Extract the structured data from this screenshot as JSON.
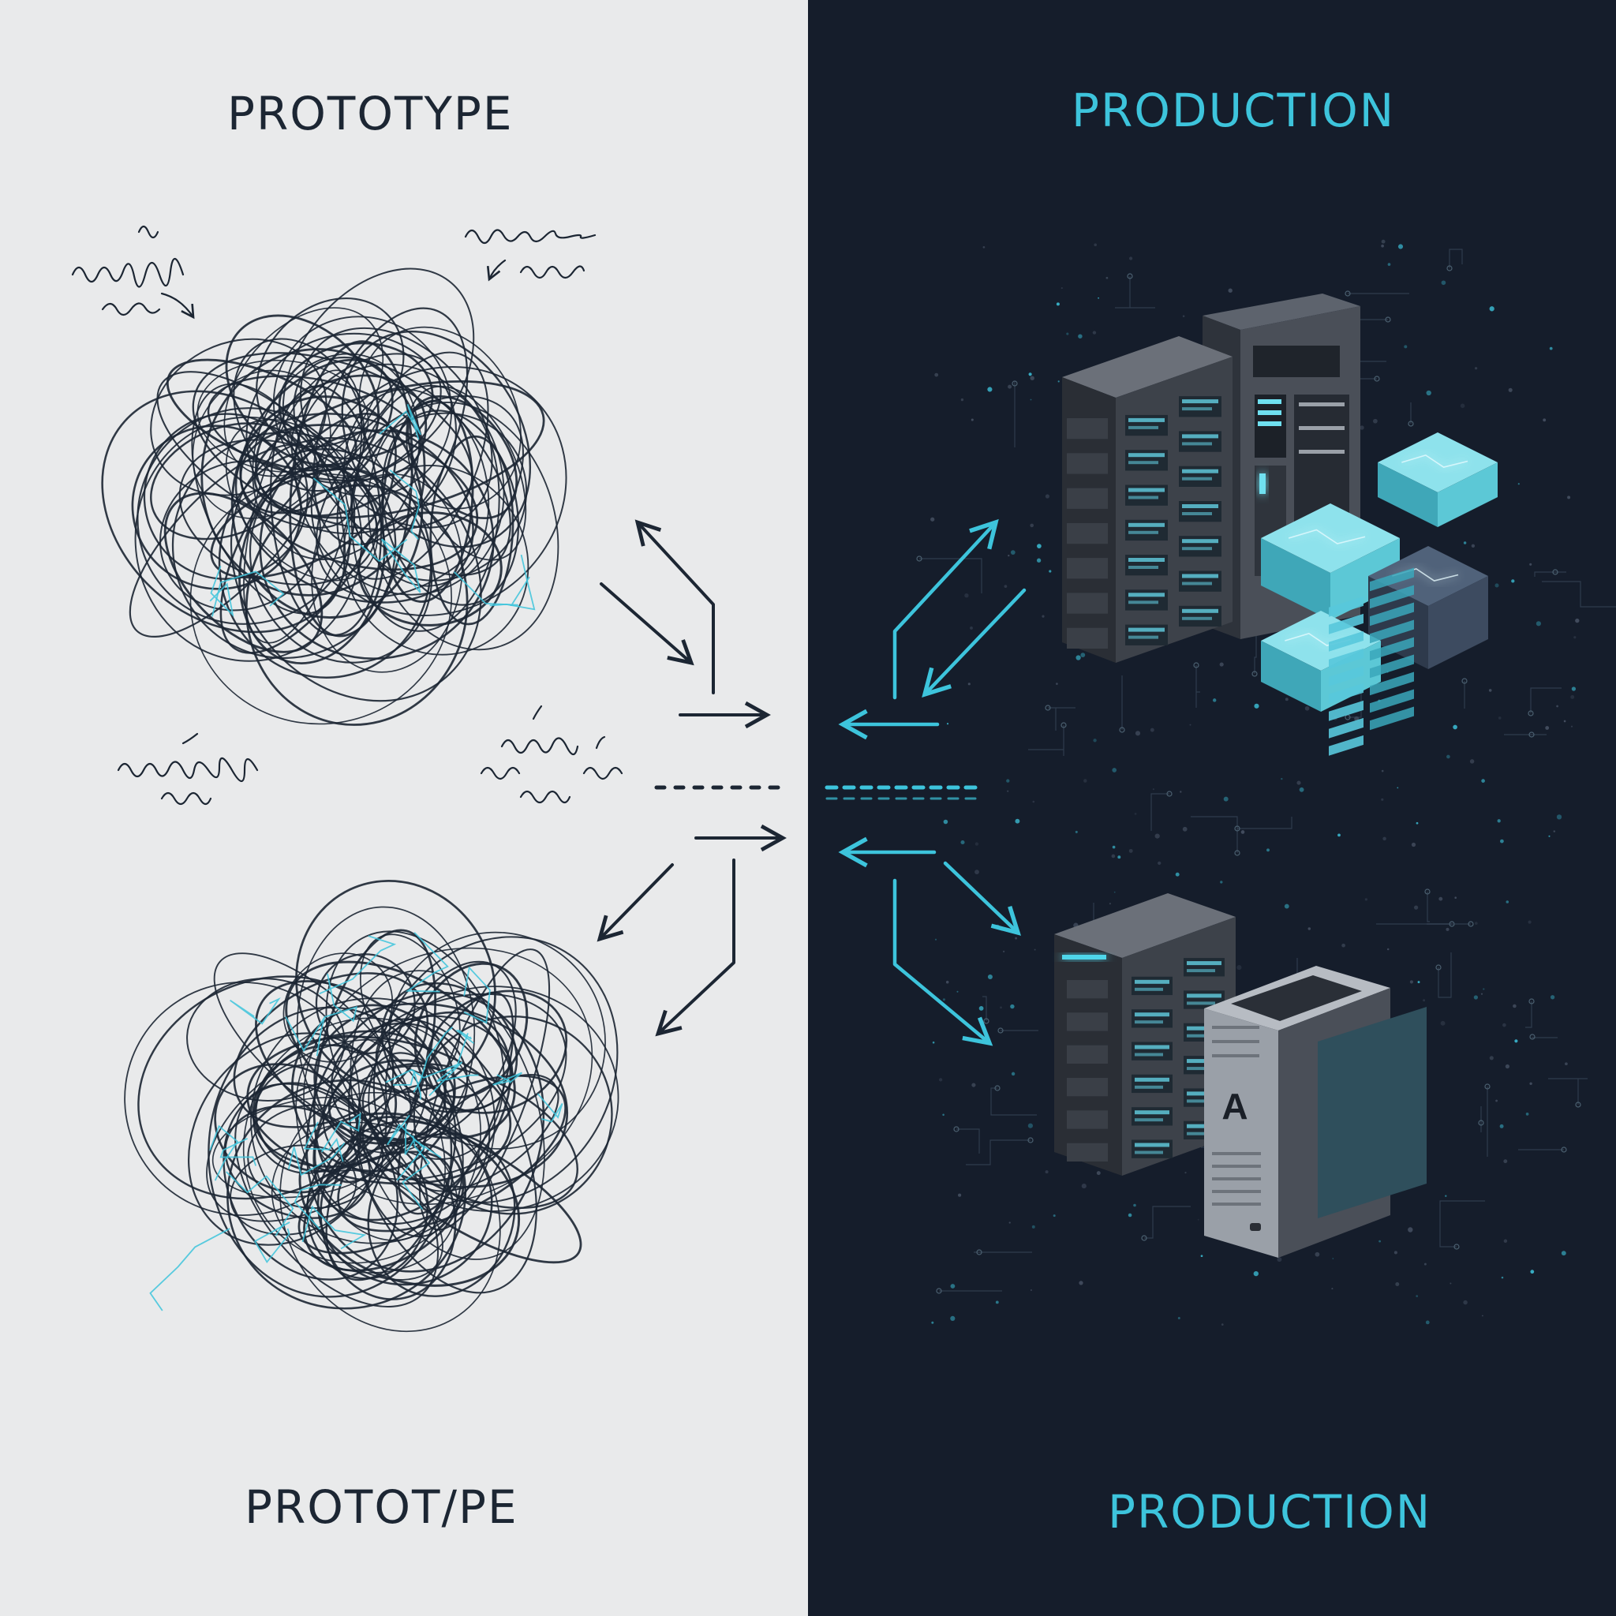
{
  "headings": {
    "top_left": "PROTOTYPE",
    "bottom_left": "PROTOT/PE",
    "top_right": "PRODUCTION",
    "bottom_right": "PRODUCTION"
  },
  "server_badge": "A",
  "colors": {
    "light_background": "#e9eaeb",
    "dark_background": "#151d2b",
    "ink": "#1c2633",
    "accent_cyan": "#3dc4dc",
    "server_dark": "#3a3f48",
    "server_light": "#8d939c",
    "block_cyan": "#5cc8d6"
  },
  "icons": {
    "tangle": "scribble-tangle-icon",
    "server": "server-rack-icon",
    "block": "isometric-block-icon",
    "arrow": "arrow-icon"
  }
}
